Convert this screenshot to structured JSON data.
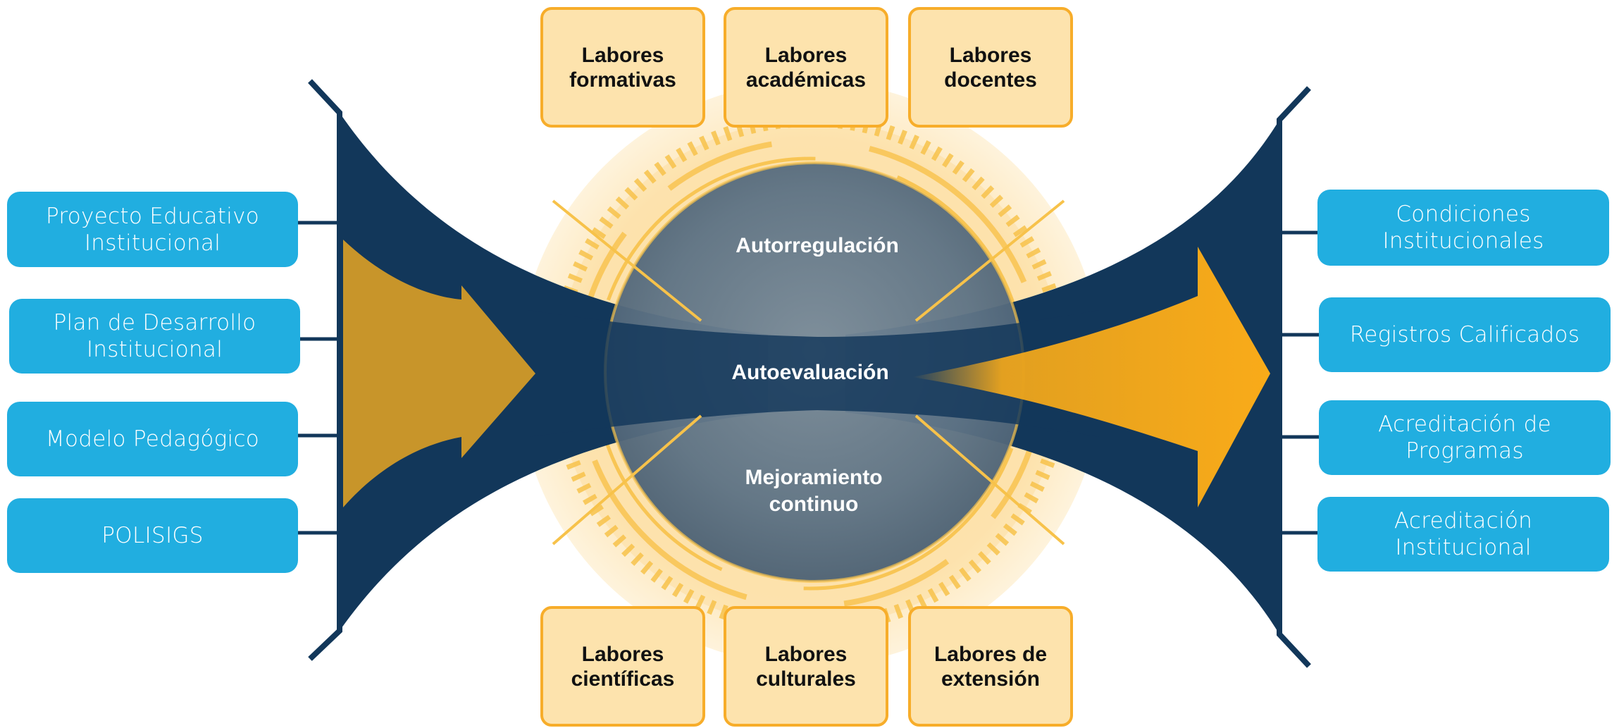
{
  "left_items": [
    {
      "label": "Proyecto Educativo\nInstitucional"
    },
    {
      "label": "Plan de Desarrollo\nInstitucional"
    },
    {
      "label": "Modelo Pedagógico"
    },
    {
      "label": "POLISIGS"
    }
  ],
  "right_items": [
    {
      "label": "Condiciones\nInstitucionales"
    },
    {
      "label": "Registros Calificados"
    },
    {
      "label": "Acreditación de\nProgramas"
    },
    {
      "label": "Acreditación\nInstitucional"
    }
  ],
  "top_labors": [
    {
      "label": "Labores\nformativas"
    },
    {
      "label": "Labores\nacadémicas"
    },
    {
      "label": "Labores\ndocentes"
    }
  ],
  "bottom_labors": [
    {
      "label": "Labores\ncientíficas"
    },
    {
      "label": "Labores\nculturales"
    },
    {
      "label": "Labores de\nextensión"
    }
  ],
  "center": {
    "top": "Autorregulación",
    "middle": "Autoevaluación",
    "bottom": "Mejoramiento\ncontinuo"
  },
  "colors": {
    "navy": "#12375a",
    "gold_arrow": "#c8952a",
    "orange_arrow": "#f9ab19",
    "blue_box": "#21aee0",
    "orange_box_fill": "#fde3ad",
    "orange_box_border": "#f7ad2a",
    "globe": "#607587"
  }
}
